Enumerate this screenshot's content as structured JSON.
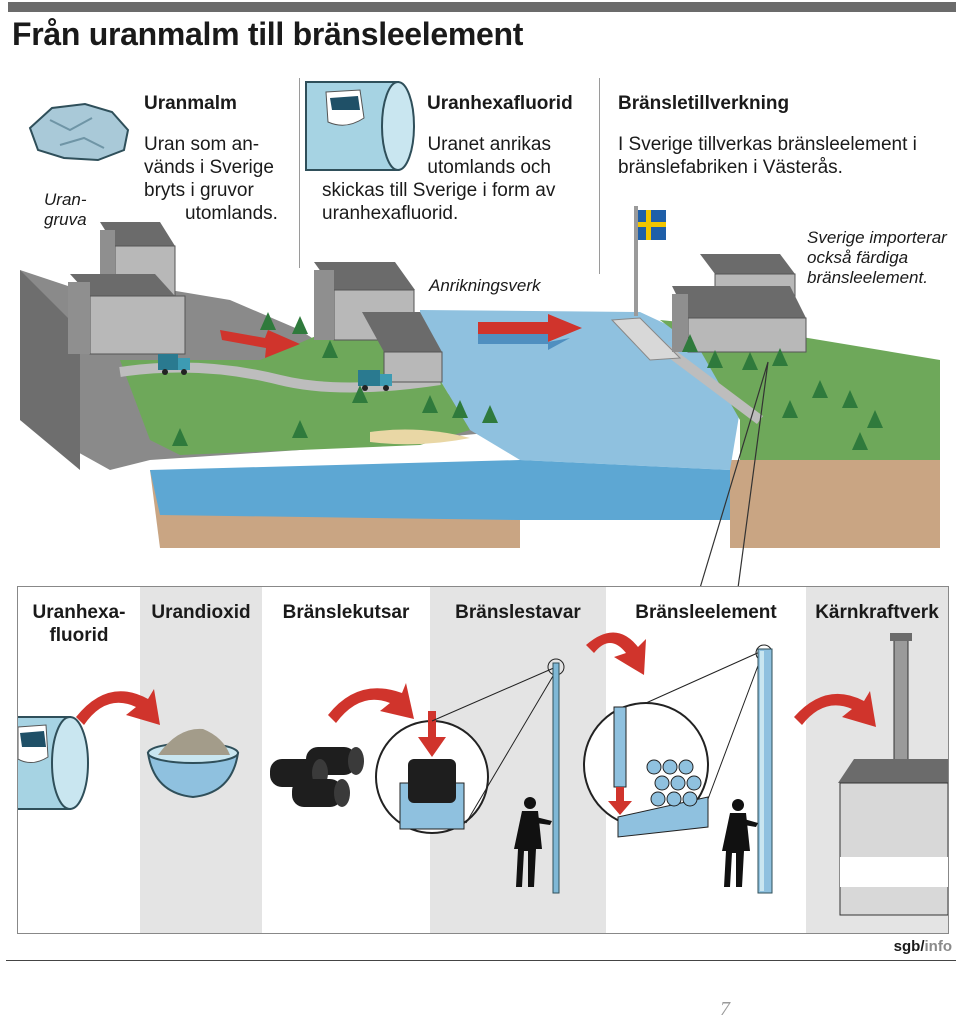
{
  "title": "Från uranmalm till bränsleelement",
  "top": {
    "uranmalm": {
      "heading": "Uranmalm",
      "lines": [
        "Uran som an-",
        "vänds i Sverige",
        "bryts i gruvor",
        "utomlands."
      ],
      "gruva_lines": [
        "Uran-",
        "gruva"
      ]
    },
    "uranhexafluorid": {
      "heading": "Uranhexafluorid",
      "lines": [
        "Uranet anrikas",
        "utomlands och",
        "skickas till Sverige i form av",
        "uranhexafluorid."
      ],
      "plant_label": "Anrikningsverk"
    },
    "bransletillverkning": {
      "heading": "Bränsletillverkning",
      "lines": [
        "I Sverige tillverkas bränsleelement i",
        "bränslefabriken i Västerås."
      ],
      "import_lines": [
        "Sverige importerar",
        "också färdiga",
        "bränsleelement."
      ]
    }
  },
  "stages": [
    {
      "lines": [
        "Uranhexa-",
        "fluorid"
      ]
    },
    {
      "lines": [
        "Urandioxid"
      ]
    },
    {
      "lines": [
        "Bränslekutsar"
      ]
    },
    {
      "lines": [
        "Bränslestavar"
      ]
    },
    {
      "lines": [
        "Bränsleelement"
      ]
    },
    {
      "lines": [
        "Kärnkraftverk"
      ]
    }
  ],
  "credit": {
    "main": "sgb/",
    "accent": "info"
  },
  "page_number": "7",
  "colors": {
    "water": "#8fc1df",
    "water_front": "#5da7d3",
    "grass": "#6ea85a",
    "rock": "#8c8c8c",
    "soil": "#c9a583",
    "building": "#b8b8b8",
    "roof": "#6b6b6b",
    "arrow": "#d0342c",
    "tree": "#2f7a3c",
    "truck": "#2a7a90",
    "flag_blue": "#1f5fa8",
    "flag_yellow": "#f2c500"
  }
}
